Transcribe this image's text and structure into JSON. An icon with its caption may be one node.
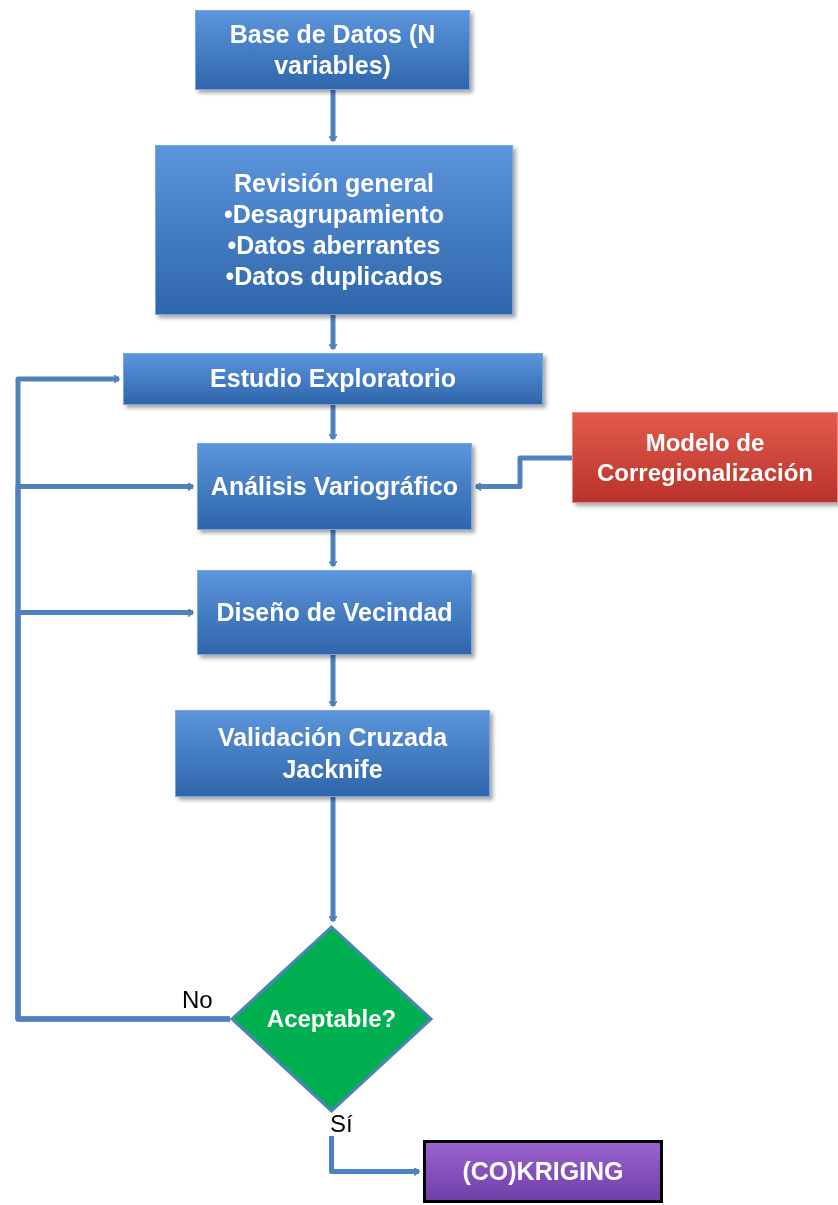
{
  "diagram": {
    "nodes": [
      {
        "text": [
          "Base de Datos (N variables)"
        ]
      },
      {
        "text": [
          "Revisión general",
          "•Desagrupamiento",
          "•Datos aberrantes",
          "•Datos duplicados"
        ]
      },
      {
        "text": [
          "Estudio Exploratorio"
        ]
      },
      {
        "text": [
          "Análisis Variográfico"
        ]
      },
      {
        "text": [
          "Modelo de Corregionalización"
        ]
      },
      {
        "text": [
          "Diseño de Vecindad"
        ]
      },
      {
        "text": [
          "Validación Cruzada Jacknife"
        ]
      },
      {
        "text": [
          "Aceptable?"
        ]
      },
      {
        "text": [
          "(CO)KRIGING"
        ]
      }
    ],
    "edges": [
      {
        "from": 0,
        "to": 1,
        "arrow": "to"
      },
      {
        "from": 1,
        "to": 2,
        "arrow": "to"
      },
      {
        "from": 2,
        "to": 3,
        "arrow": "to"
      },
      {
        "from": 4,
        "to": 3,
        "arrow": "to"
      },
      {
        "from": 3,
        "to": 5,
        "arrow": "to"
      },
      {
        "from": 5,
        "to": 6,
        "arrow": "to"
      },
      {
        "from": 6,
        "to": 7,
        "arrow": "to"
      },
      {
        "from": 7,
        "to": 2,
        "arrow": "to",
        "label": "No"
      },
      {
        "from": 7,
        "to": 3,
        "arrow": "to"
      },
      {
        "from": 7,
        "to": 5,
        "arrow": "to"
      },
      {
        "from": 7,
        "to": 8,
        "arrow": "to",
        "label": "Sí"
      }
    ]
  }
}
